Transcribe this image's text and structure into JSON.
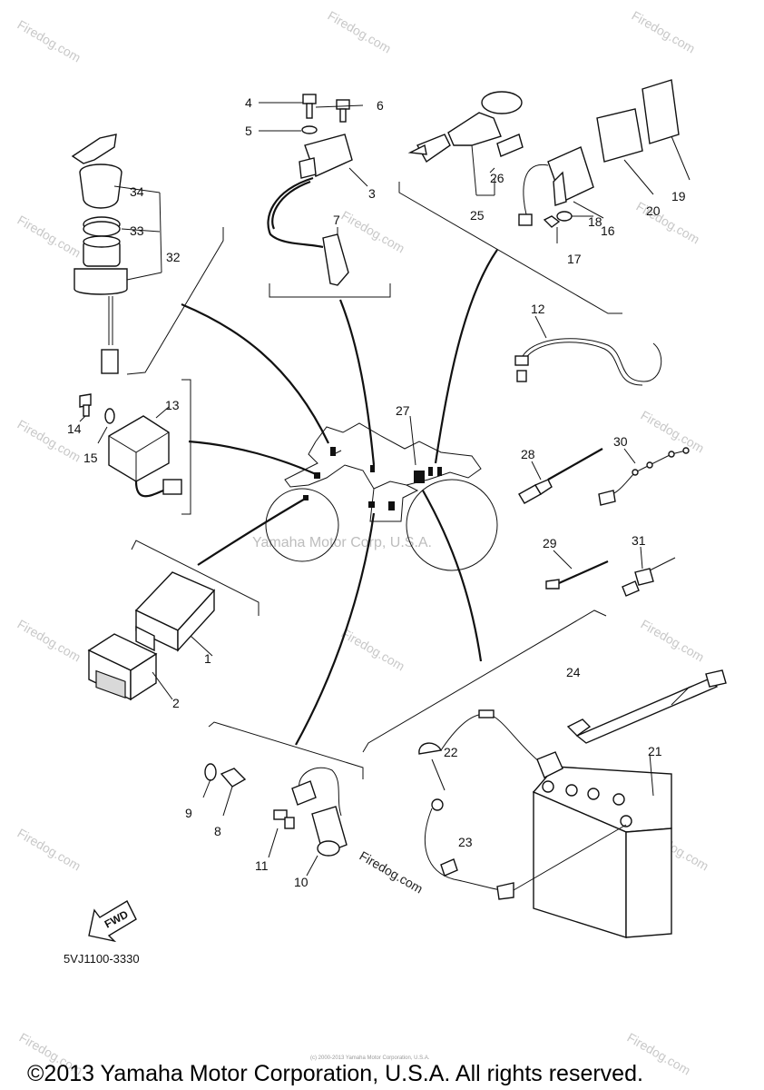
{
  "watermark": {
    "site": "Firedog.com",
    "center_text": "Yamaha Motor Corp, U.S.A.",
    "tiny_text": "(c) 2000-2013 Yamaha Motor Corporation, U.S.A."
  },
  "diagram": {
    "code": "5VJ1100-3330",
    "fwd_label": "FWD",
    "parts": [
      "1",
      "2",
      "3",
      "4",
      "5",
      "6",
      "7",
      "8",
      "9",
      "10",
      "11",
      "12",
      "13",
      "14",
      "15",
      "16",
      "17",
      "18",
      "19",
      "20",
      "21",
      "22",
      "23",
      "24",
      "25",
      "26",
      "27",
      "28",
      "29",
      "30",
      "31",
      "32",
      "33",
      "34"
    ]
  },
  "copyright": "©2013 Yamaha Motor Corporation, U.S.A. All rights reserved."
}
